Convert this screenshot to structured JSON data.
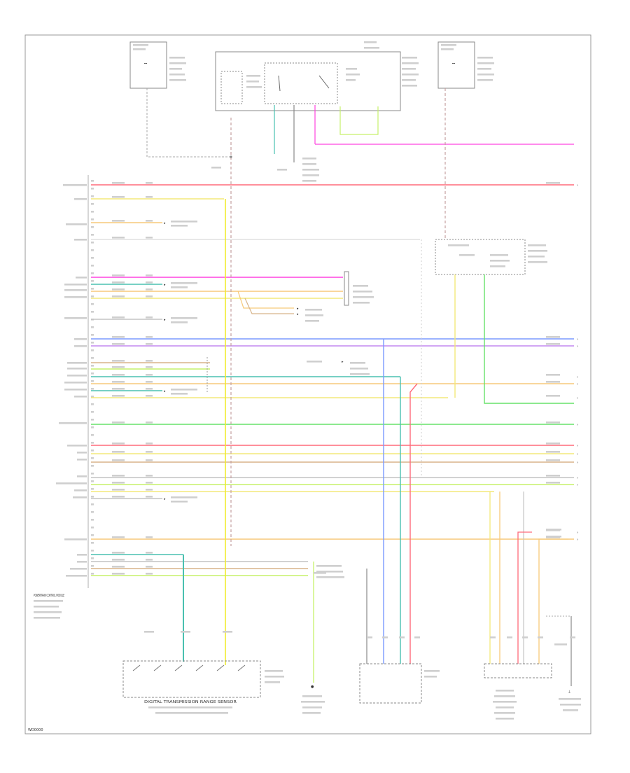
{
  "diagram": {
    "colors": {
      "frame": "#999999",
      "component": "#888888",
      "dashed": "#aaaaaa",
      "red": "#ff6a7a",
      "yellow": "#f3e87a",
      "yellow_bright": "#f0ec30",
      "orange": "#f7c97a",
      "magenta": "#ff44e0",
      "green": "#66e26a",
      "light_green": "#c6f06a",
      "blue": "#7a9aff",
      "teal": "#4ac0b0",
      "violet": "#c488f0",
      "tan": "#d8b48a",
      "gray": "#c4c4c4"
    },
    "labels": {
      "pcm": "POWERTRAIN CONTROL MODULE",
      "dtrs": "DIGITAL TRANSMISSION RANGE SENSOR",
      "footer_code": "WD0000"
    },
    "icons": [
      "ground-icon",
      "connector-arrow-icon",
      "splice-dot-icon",
      "switch-icon",
      "coil-icon"
    ]
  }
}
